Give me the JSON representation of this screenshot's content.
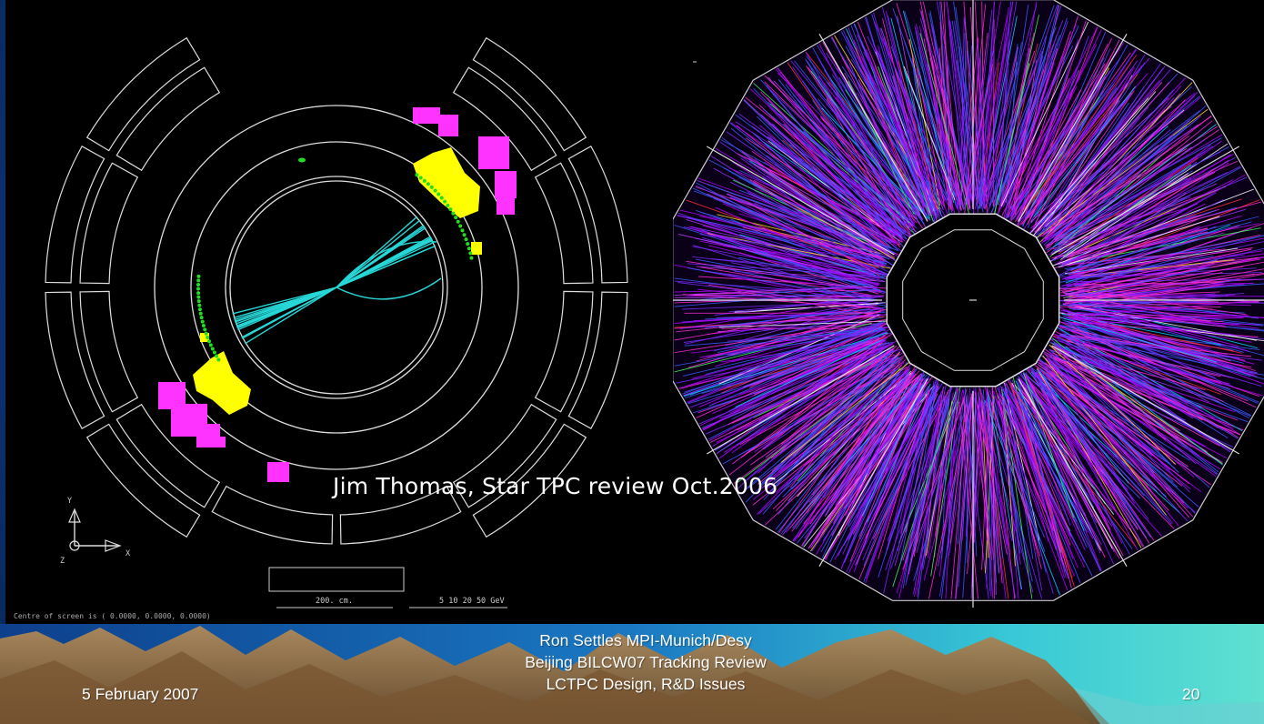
{
  "slide": {
    "caption": "Jim Thomas, Star TPC review Oct.2006",
    "footer": {
      "center_lines": [
        "Ron Settles  MPI-Munich/Desy",
        "Beijing BILCW07 Tracking Review",
        "LCTPC Design, R&D Issues"
      ],
      "date": "5 February 2007",
      "page_number": "20"
    }
  },
  "left_event": {
    "status_line": "Centre of screen is (   0.0000,    0.0000,    0.0000)",
    "scale_length_label": "200. cm.",
    "energy_scale_label": "5  10  20     50 GeV",
    "axes": {
      "y": "Y",
      "z": "Z",
      "x": "X"
    }
  },
  "colors": {
    "background": "#0d3478",
    "track_single": "#27d7d7",
    "calorimeter_em": "#ffff00",
    "calorimeter_had": "#ff33ff",
    "hits": "#22dd22"
  },
  "icons": [
    "axes-icon",
    "mountain-landscape-decoration"
  ]
}
